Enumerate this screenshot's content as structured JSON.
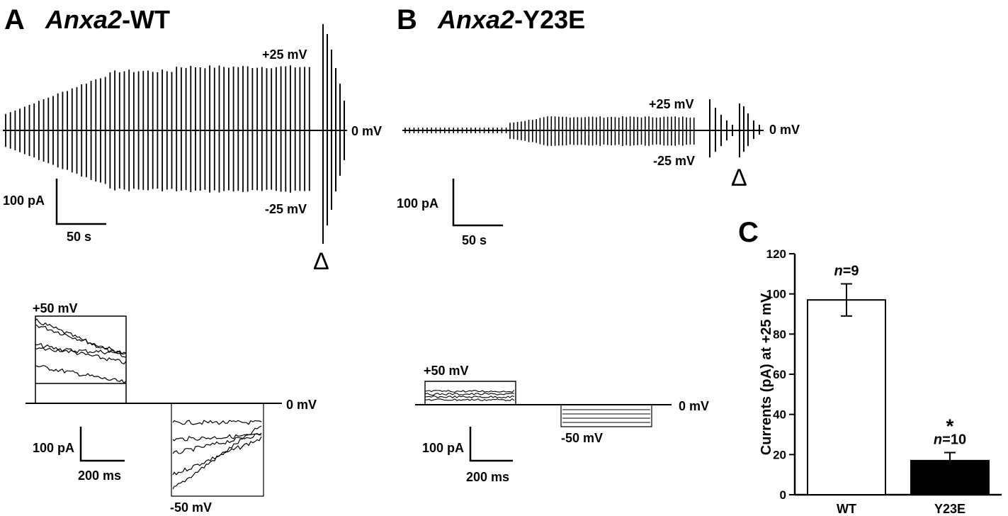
{
  "panels": {
    "A": {
      "letter": "A",
      "gene": "Anxa2",
      "variant": "-WT",
      "label_pos": "+25 mV",
      "label_zero": "0 mV",
      "label_neg": "-25 mV",
      "scale_current": "100 pA",
      "scale_time": "50 s",
      "marker": "Δ",
      "step_label_pos": "+50 mV",
      "step_label_zero": "0 mV",
      "step_label_neg": "-50 mV",
      "step_scale_current": "100 pA",
      "step_scale_time": "200 ms"
    },
    "B": {
      "letter": "B",
      "gene": "Anxa2",
      "variant": "-Y23E",
      "label_pos": "+25 mV",
      "label_zero": "0 mV",
      "label_neg": "-25 mV",
      "scale_current": "100 pA",
      "scale_time": "50 s",
      "marker": "Δ",
      "step_label_pos": "+50 mV",
      "step_label_zero": "0 mV",
      "step_label_neg": "-50 mV",
      "step_scale_current": "100 pA",
      "step_scale_time": "200 ms"
    },
    "C": {
      "letter": "C"
    }
  },
  "chart_data": {
    "type": "bar",
    "categories": [
      "WT",
      "Y23E"
    ],
    "values": [
      97,
      17
    ],
    "errors": [
      8,
      4
    ],
    "n_prefix": "n",
    "n_labels": [
      "=9",
      "=10"
    ],
    "significance": [
      "",
      "*"
    ],
    "bar_colors": [
      "#ffffff",
      "#000000"
    ],
    "ylabel": "Currents (pA) at +25 mV",
    "ylim": [
      0,
      120
    ],
    "yticks": [
      0,
      20,
      40,
      60,
      80,
      100,
      120
    ]
  }
}
